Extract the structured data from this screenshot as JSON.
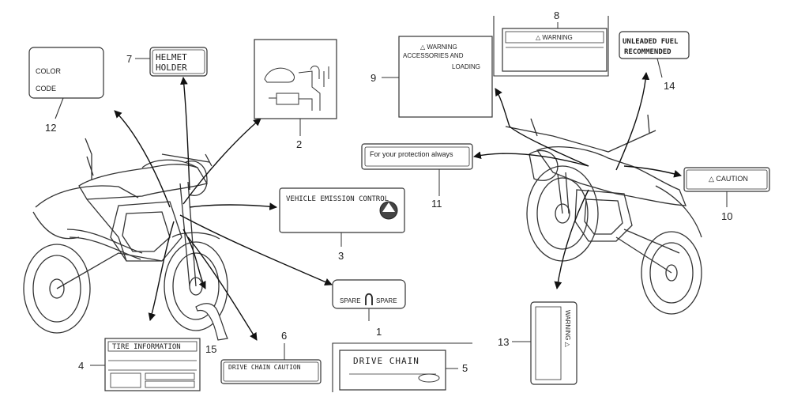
{
  "parts": [
    {
      "num": "1",
      "text": [
        "SPARE",
        "SPARE"
      ]
    },
    {
      "num": "2",
      "text": []
    },
    {
      "num": "3",
      "text": [
        "VEHICLE EMISSION CONTROL"
      ]
    },
    {
      "num": "4",
      "text": [
        "TIRE INFORMATION"
      ]
    },
    {
      "num": "5",
      "text": [
        "DRIVE CHAIN"
      ]
    },
    {
      "num": "6",
      "text": [
        "DRIVE CHAIN CAUTION"
      ]
    },
    {
      "num": "7",
      "text": [
        "HELMET",
        "HOLDER"
      ]
    },
    {
      "num": "8",
      "text": [
        "△ WARNING"
      ]
    },
    {
      "num": "9",
      "text": [
        "△ WARNING",
        "ACCESSORIES AND",
        "LOADING"
      ]
    },
    {
      "num": "10",
      "text": [
        "△ CAUTION"
      ]
    },
    {
      "num": "11",
      "text": [
        "For your protection always"
      ]
    },
    {
      "num": "12",
      "text": [
        "COLOR",
        "CODE"
      ]
    },
    {
      "num": "13",
      "text": [
        "WARNING △"
      ]
    },
    {
      "num": "14",
      "text": [
        "UNLEADED FUEL",
        "RECOMMENDED"
      ]
    },
    {
      "num": "15",
      "text": []
    }
  ]
}
